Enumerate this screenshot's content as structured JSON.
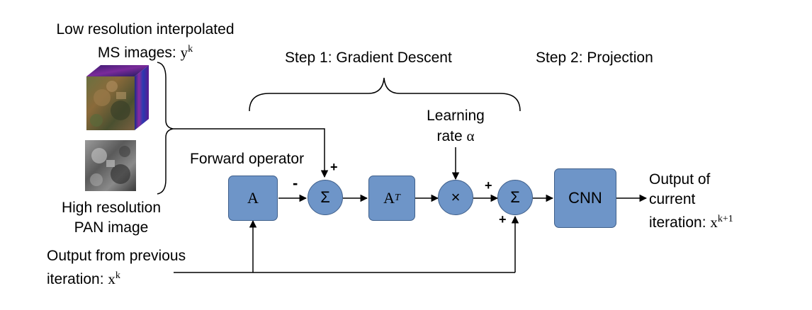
{
  "inputs": {
    "ms_label_line1": "Low resolution interpolated",
    "ms_label_line2": "MS images: ",
    "ms_symbol": "y",
    "ms_superscript": "k",
    "pan_label_line1": "High resolution",
    "pan_label_line2": "PAN image"
  },
  "steps": {
    "step1": "Step 1: Gradient Descent",
    "step2": "Step 2: Projection"
  },
  "labels": {
    "forward_operator": "Forward operator",
    "learning_rate_line1": "Learning",
    "learning_rate_line2": "rate ",
    "learning_rate_symbol": "α",
    "prev_line1": "Output from previous",
    "prev_line2": "iteration: ",
    "prev_symbol": "x",
    "prev_superscript": "k",
    "out_line1": "Output of",
    "out_line2": "current",
    "out_line3": "iteration: ",
    "out_symbol": "x",
    "out_superscript": "k+1"
  },
  "blocks": {
    "a": "A",
    "at_base": "A",
    "at_sup": "T",
    "cnn": "CNN"
  },
  "operators": {
    "sum1": "Σ",
    "mult": "×",
    "sum2": "Σ"
  },
  "signs": {
    "sum1_top": "+",
    "sum1_left": "-",
    "sum2_left": "+",
    "sum2_bottom": "+"
  },
  "colors": {
    "block_fill": "#6e95c8",
    "block_border": "#3f5f8a"
  }
}
